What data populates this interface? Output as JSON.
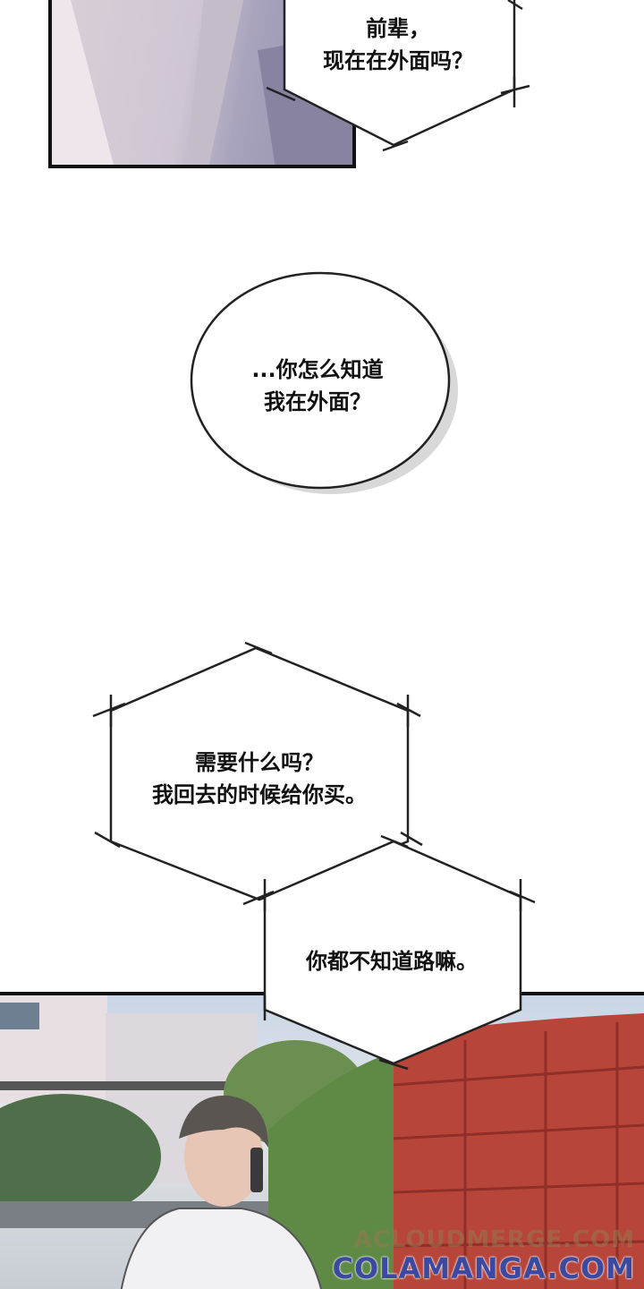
{
  "bubbles": {
    "b1": {
      "line1": "前辈，",
      "line2": "现在在外面吗？"
    },
    "b2": {
      "line1": "...你怎么知道",
      "line2": "我在外面？"
    },
    "b3": {
      "line1": "需要什么吗？",
      "line2": "我回去的时候给你买。"
    },
    "b4": {
      "line1": "你都不知道路嘛。"
    }
  },
  "watermark": {
    "line1": "ACLOUDMERGE.COM",
    "line2": "COLAMANGA.COM"
  },
  "colors": {
    "ink": "#111111",
    "brick": "#b8453a",
    "foliage": "#5f8a45",
    "watermark": "#3b4aa0"
  }
}
